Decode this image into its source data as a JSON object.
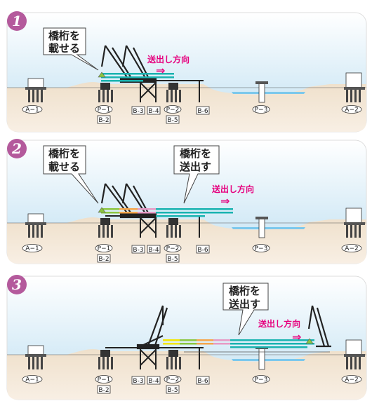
{
  "panels": [
    {
      "number": "1",
      "callouts": [
        {
          "text": [
            "橋桁を",
            "載せる"
          ]
        }
      ],
      "direction_label": "送出し方向",
      "arrow": "⇒",
      "piers": {
        "a1": "A−1",
        "p1": "P−1",
        "p2": "P−2",
        "p3": "P−3",
        "a2": "A−2"
      },
      "bents": {
        "b2": "B-2",
        "b3": "B-3",
        "b4": "B-4",
        "b5": "B-5",
        "b6": "B-6"
      }
    },
    {
      "number": "2",
      "callouts": [
        {
          "text": [
            "橋桁を",
            "載せる"
          ]
        },
        {
          "text": [
            "橋桁を",
            "送出す"
          ]
        }
      ],
      "direction_label": "送出し方向",
      "arrow": "⇒",
      "piers": {
        "a1": "A−1",
        "p1": "P−1",
        "p2": "P−2",
        "p3": "P−3",
        "a2": "A−2"
      },
      "bents": {
        "b2": "B-2",
        "b3": "B-3",
        "b4": "B-4",
        "b5": "B-5",
        "b6": "B-6"
      }
    },
    {
      "number": "3",
      "callouts": [
        {
          "text": [
            "橋桁を",
            "送出す"
          ]
        }
      ],
      "direction_label": "送出し方向",
      "arrow": "⇒",
      "piers": {
        "a1": "A−1",
        "p1": "P−1",
        "p2": "P−2",
        "p3": "P−3",
        "a2": "A−2"
      },
      "bents": {
        "b2": "B-2",
        "b3": "B-3",
        "b4": "B-4",
        "b5": "B-5",
        "b6": "B-6"
      }
    }
  ],
  "colors": {
    "sky_top": "#ffffff",
    "sky_bottom": "#bfe0f2",
    "badge": "#b45a9c",
    "accent": "#e6007e",
    "girder_teal": "#19b3b0",
    "girder_green": "#8cc63f",
    "girder_yellow": "#f3e600",
    "girder_orange": "#f5a64b",
    "girder_pink": "#e79ac5",
    "water": "#7cc8ec",
    "ground": "#e9d6bd"
  }
}
